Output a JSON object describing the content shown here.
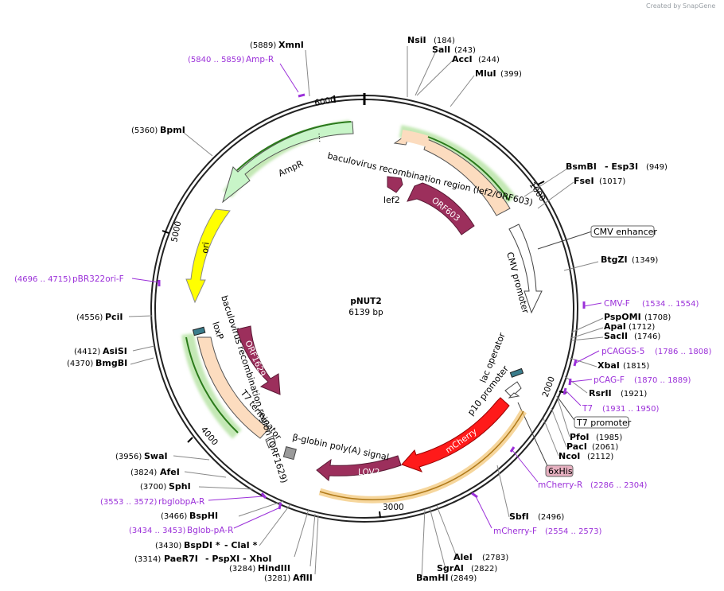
{
  "credit": {
    "prefix": "Created by",
    "brand": "SnapGene"
  },
  "plasmid": {
    "name": "pNUT2",
    "size": "6139 bp"
  },
  "ticks": [
    {
      "id": "t1000",
      "label": "1000"
    },
    {
      "id": "t2000",
      "label": "2000"
    },
    {
      "id": "t3000",
      "label": "3000"
    },
    {
      "id": "t4000",
      "label": "4000"
    },
    {
      "id": "t5000",
      "label": "5000"
    },
    {
      "id": "t6000",
      "label": "6000"
    }
  ],
  "features": [
    {
      "id": "baculo_ief2",
      "label": "baculovirus recombination region (lef2/ORF603)",
      "color": "#fcdcbf"
    },
    {
      "id": "lef2",
      "label": "lef2",
      "color": "#9c2f5c"
    },
    {
      "id": "orf603",
      "label": "ORF603",
      "color": "#9c2f5c"
    },
    {
      "id": "cmv_promoter",
      "label": "CMV promoter",
      "color": "#ffffff"
    },
    {
      "id": "cmv_enhancer",
      "label": "CMV enhancer"
    },
    {
      "id": "lac_operator",
      "label": "lac operator",
      "color": "#3a7d8c"
    },
    {
      "id": "p10_promoter",
      "label": "p10 promoter",
      "color": "#ffffff"
    },
    {
      "id": "t7_promoter",
      "label": "T7 promoter"
    },
    {
      "id": "sixhis",
      "label": "6xHis",
      "color": "#e6b0c0"
    },
    {
      "id": "mcherry",
      "label": "mCherry",
      "color": "#ff1a1a"
    },
    {
      "id": "lov2",
      "label": "LOV2",
      "color": "#9c2f5c"
    },
    {
      "id": "bglobin",
      "label": "β-globin poly(A) signal",
      "color": "#9a9a9a"
    },
    {
      "id": "t7_terminator",
      "label": "T7 terminator",
      "color": "#ffffff"
    },
    {
      "id": "baculo_orf1629",
      "label": "baculovirus recombination region (ORF1629)",
      "color": "#fcdcbf"
    },
    {
      "id": "orf1629",
      "label": "ORF1629",
      "color": "#9c2f5c"
    },
    {
      "id": "loxp",
      "label": "loxP",
      "color": "#3a7d8c"
    },
    {
      "id": "ori",
      "label": "ori",
      "color": "#ffff00"
    },
    {
      "id": "ampr",
      "label": "AmpR",
      "color": "#c8f5c8"
    }
  ],
  "enzymes": [
    {
      "id": "NsiI",
      "name": "NsiI",
      "pos": "(184)"
    },
    {
      "id": "SalI",
      "name": "SalI",
      "pos": "(243)"
    },
    {
      "id": "AccI",
      "name": "AccI",
      "pos": "(244)"
    },
    {
      "id": "MluI",
      "name": "MluI",
      "pos": "(399)"
    },
    {
      "id": "BsmBI",
      "name": "BsmBI",
      "extra": "- Esp3I",
      "pos": "(949)"
    },
    {
      "id": "FseI",
      "name": "FseI",
      "pos": "(1017)"
    },
    {
      "id": "BtgZI",
      "name": "BtgZI",
      "pos": "(1349)"
    },
    {
      "id": "PspOMI",
      "name": "PspOMI",
      "pos": "(1708)"
    },
    {
      "id": "ApaI",
      "name": "ApaI",
      "pos": "(1712)"
    },
    {
      "id": "SacII",
      "name": "SacII",
      "pos": "(1746)"
    },
    {
      "id": "XbaI",
      "name": "XbaI",
      "pos": "(1815)"
    },
    {
      "id": "RsrII",
      "name": "RsrII",
      "pos": "(1921)"
    },
    {
      "id": "PfoI",
      "name": "PfoI",
      "pos": "(1985)"
    },
    {
      "id": "PacI",
      "name": "PacI",
      "pos": "(2061)"
    },
    {
      "id": "NcoI",
      "name": "NcoI",
      "pos": "(2112)"
    },
    {
      "id": "SbfI",
      "name": "SbfI",
      "pos": "(2496)"
    },
    {
      "id": "AleI",
      "name": "AleI",
      "pos": "(2783)"
    },
    {
      "id": "SgrAI",
      "name": "SgrAI",
      "pos": "(2822)"
    },
    {
      "id": "BamHI",
      "name": "BamHI",
      "pos": "(2849)"
    },
    {
      "id": "AflII",
      "name": "AflII",
      "pos": "(3281)"
    },
    {
      "id": "HindIII",
      "name": "HindIII",
      "pos": "(3284)"
    },
    {
      "id": "PaeR7I",
      "name": "PaeR7I",
      "extra": "- PspXI   - XhoI",
      "pos": "(3314)"
    },
    {
      "id": "BspDI",
      "name": "BspDI *",
      "extra": "- ClaI *",
      "pos": "(3430)"
    },
    {
      "id": "BspHI",
      "name": "BspHI",
      "pos": "(3466)"
    },
    {
      "id": "SphI",
      "name": "SphI",
      "pos": "(3700)"
    },
    {
      "id": "AfeI",
      "name": "AfeI",
      "pos": "(3824)"
    },
    {
      "id": "SwaI",
      "name": "SwaI",
      "pos": "(3956)"
    },
    {
      "id": "BmgBI",
      "name": "BmgBI",
      "pos": "(4370)"
    },
    {
      "id": "AsiSI",
      "name": "AsiSI",
      "pos": "(4412)"
    },
    {
      "id": "PciI",
      "name": "PciI",
      "pos": "(4556)"
    },
    {
      "id": "BpmI",
      "name": "BpmI",
      "pos": "(5360)"
    },
    {
      "id": "XmnI",
      "name": "XmnI",
      "pos": "(5889)"
    }
  ],
  "primers": [
    {
      "id": "AmpR_p",
      "name": "Amp-R",
      "range": "(5840 .. 5859)"
    },
    {
      "id": "pBR322ori",
      "name": "pBR322ori-F",
      "range": "(4696 .. 4715)"
    },
    {
      "id": "CMVF",
      "name": "CMV-F",
      "range": "(1534 .. 1554)"
    },
    {
      "id": "pCAGGS5",
      "name": "pCAGGS-5",
      "range": "(1786 .. 1808)"
    },
    {
      "id": "pCAGF",
      "name": "pCAG-F",
      "range": "(1870 .. 1889)"
    },
    {
      "id": "T7",
      "name": "T7",
      "range": "(1931 .. 1950)"
    },
    {
      "id": "mCherryR",
      "name": "mCherry-R",
      "range": "(2286 .. 2304)"
    },
    {
      "id": "mCherryF",
      "name": "mCherry-F",
      "range": "(2554 .. 2573)"
    },
    {
      "id": "BglobpAR",
      "name": "Bglob-pA-R",
      "range": "(3434 .. 3453)"
    },
    {
      "id": "rbglobpAR",
      "name": "rbglobpA-R",
      "range": "(3553 .. 3572)"
    }
  ]
}
